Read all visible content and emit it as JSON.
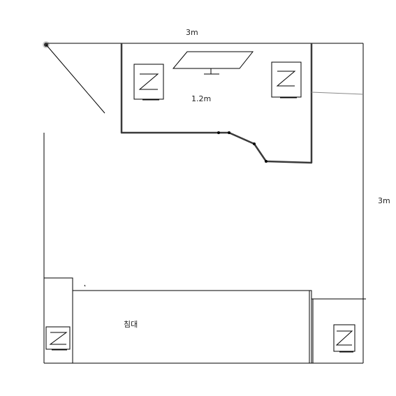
{
  "room": {
    "top_dimension": "3m",
    "right_dimension": "3m"
  },
  "desk": {
    "width_label": "1.2m"
  },
  "bed": {
    "label": "침대"
  },
  "colors": {
    "line": "#000000",
    "thick_line": "#3a3a3a",
    "thin_line": "#8a8a8a",
    "background": "#ffffff"
  }
}
